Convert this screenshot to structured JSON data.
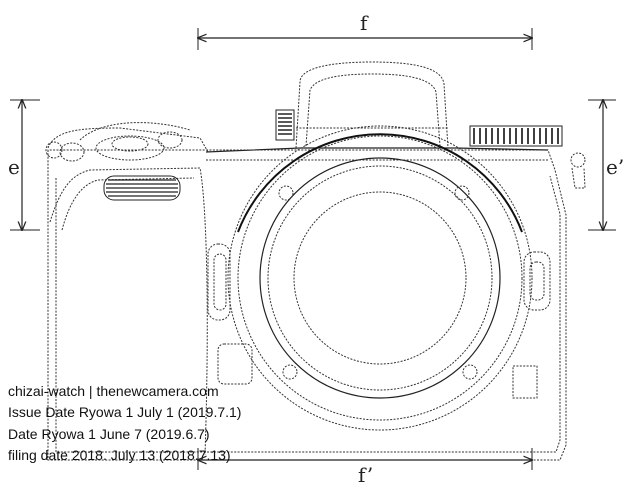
{
  "dimensions": {
    "top": "f",
    "bottom": "f’",
    "left": "e",
    "right": "e’"
  },
  "caption": {
    "source": "chizai-watch | thenewcamera.com",
    "issue_date": "Issue Date Ryowa 1 July 1 (2019.7.1)",
    "date": "Date Ryowa 1 June 7 (2019.6.7)",
    "filing_date": "filing date 2018. July 13 (2018.7.13)"
  }
}
